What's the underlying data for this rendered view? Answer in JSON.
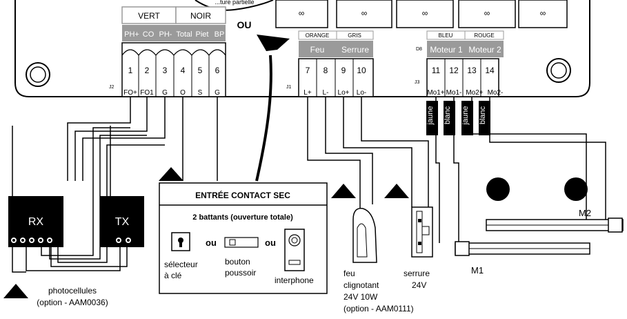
{
  "top_labels": {
    "partial_text": "...ture partielle",
    "ou_top": "OU"
  },
  "relay_symbols": [
    "∞",
    "∞",
    "∞",
    "∞",
    "∞"
  ],
  "j2": {
    "ref": "J2",
    "vert": "VERT",
    "noir": "NOIR",
    "funcs": [
      "PH+",
      "CO",
      "PH-",
      "Total",
      "Piet",
      "BP"
    ],
    "nums": [
      "1",
      "2",
      "3",
      "4",
      "5",
      "6"
    ],
    "pins": [
      "FO+",
      "FO1",
      "G",
      "O",
      "S",
      "G"
    ]
  },
  "j1": {
    "ref": "J1",
    "orange": "ORANGE",
    "gris": "GRIS",
    "feu": "Feu",
    "serrure": "Serrure",
    "nums": [
      "7",
      "8",
      "9",
      "10"
    ],
    "pins": [
      "L+",
      "L-",
      "Lo+",
      "Lo-"
    ]
  },
  "j3": {
    "ref": "J3",
    "d8": "D8",
    "bleu": "BLEU",
    "rouge": "ROUGE",
    "moteur1": "Moteur 1",
    "moteur2": "Moteur 2",
    "nums": [
      "11",
      "12",
      "13",
      "14"
    ],
    "pins": [
      "Mo1+",
      "Mo1-",
      "Mo2+",
      "Mo2-"
    ]
  },
  "wire_tags": [
    "jaune",
    "blanc",
    "jaune",
    "blanc"
  ],
  "contact_box": {
    "title": "ENTRÉE CONTACT SEC",
    "subtitle": "2 battants (ouverture totale)",
    "ou1": "ou",
    "ou2": "ou",
    "selecteur": [
      "sélecteur",
      "à clé"
    ],
    "bouton": [
      "bouton",
      "poussoir"
    ],
    "interphone": "interphone"
  },
  "photocells": {
    "rx": "RX",
    "tx": "TX",
    "caption": [
      "photocellules",
      "(option - AAM0036)"
    ]
  },
  "feu": [
    "feu",
    "clignotant",
    "24V 10W",
    "(option - AAM0111)"
  ],
  "serrure": [
    "serrure",
    "24V"
  ],
  "motors": {
    "m1": "M1",
    "m2": "M2"
  },
  "colors": {
    "gray_label": "#9a9a9a",
    "black": "#000000",
    "white": "#ffffff"
  }
}
